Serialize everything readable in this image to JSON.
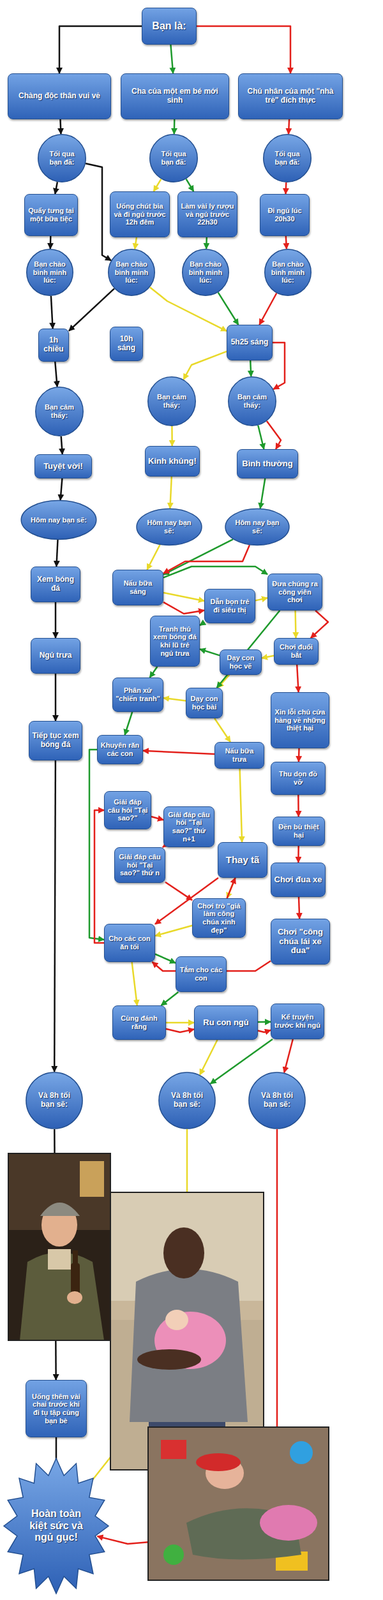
{
  "diagram": {
    "nodes": [
      {
        "text": [
          "Bạn là:"
        ]
      },
      {
        "text": [
          "Chàng độc thân vui vẻ"
        ]
      },
      {
        "text": [
          "Cha của một em bé mới sinh"
        ]
      },
      {
        "text": [
          "Chủ nhân của một \"nhà trẻ\" đích thực"
        ]
      },
      {
        "text": [
          "Tối qua bạn đã:"
        ]
      },
      {
        "text": [
          "Tối qua bạn đã:"
        ]
      },
      {
        "text": [
          "Tối qua bạn đã:"
        ]
      },
      {
        "text": [
          "Quẩy tưng tại một bữa tiệc"
        ]
      },
      {
        "text": [
          "Uống chút bia và đi ngủ trước 12h đêm"
        ]
      },
      {
        "text": [
          "Làm vài ly rượu và ngủ trước 22h30"
        ]
      },
      {
        "text": [
          "Đi ngủ lúc 20h30"
        ]
      },
      {
        "text": [
          "Bạn chào bình minh lúc:"
        ]
      },
      {
        "text": [
          "Bạn chào bình minh lúc:"
        ]
      },
      {
        "text": [
          "Bạn chào bình minh lúc:"
        ]
      },
      {
        "text": [
          "Bạn chào bình minh lúc:"
        ]
      },
      {
        "text": [
          "1h chiều"
        ]
      },
      {
        "text": [
          "10h sáng"
        ]
      },
      {
        "text": [
          "5h25 sáng"
        ]
      },
      {
        "text": [
          "Bạn cảm thấy:"
        ]
      },
      {
        "text": [
          "Bạn cảm thấy:"
        ]
      },
      {
        "text": [
          "Bạn cảm thấy:"
        ]
      },
      {
        "text": [
          "Tuyệt vời!"
        ]
      },
      {
        "text": [
          "Kinh khủng!"
        ]
      },
      {
        "text": [
          "Bình thường"
        ]
      },
      {
        "text": [
          "Hôm nay bạn sẽ:"
        ]
      },
      {
        "text": [
          "Hôm nay bạn sẽ:"
        ]
      },
      {
        "text": [
          "Hôm nay bạn sẽ:"
        ]
      },
      {
        "text": [
          "Xem bóng đá"
        ]
      },
      {
        "text": [
          "Nấu bữa sáng"
        ]
      },
      {
        "text": [
          "Dẫn bọn trẻ đi siêu thị"
        ]
      },
      {
        "text": [
          "Đưa chúng ra công viên chơi"
        ]
      },
      {
        "text": [
          "Tranh thủ xem bóng đá khi lũ trẻ ngủ trưa"
        ]
      },
      {
        "text": [
          "Ngủ trưa"
        ]
      },
      {
        "text": [
          "Dạy con học vẽ"
        ]
      },
      {
        "text": [
          "Chơi đuổi bắt"
        ]
      },
      {
        "text": [
          "Phân xử \"chiến tranh\""
        ]
      },
      {
        "text": [
          "Dạy con học bài"
        ]
      },
      {
        "text": [
          "Xin lỗi chủ cửa hàng về những thiệt hại"
        ]
      },
      {
        "text": [
          "Tiếp tục xem bóng đá"
        ]
      },
      {
        "text": [
          "Khuyên răn các con"
        ]
      },
      {
        "text": [
          "Nấu bữa trưa"
        ]
      },
      {
        "text": [
          "Thu dọn đồ vỡ"
        ]
      },
      {
        "text": [
          "Giải đáp câu hỏi \"Tại sao?\""
        ]
      },
      {
        "text": [
          "Giải đáp câu hỏi \"Tại sao?\" thứ n+1"
        ]
      },
      {
        "text": [
          "Đền bù thiệt hại"
        ]
      },
      {
        "text": [
          "Giải đáp câu hỏi \"Tại sao?\" thứ n"
        ]
      },
      {
        "text": [
          "Thay tã"
        ]
      },
      {
        "text": [
          "Chơi đua xe"
        ]
      },
      {
        "text": [
          "Chơi trò \"giả làm công chúa xinh đẹp\""
        ]
      },
      {
        "text": [
          "Chơi \"công chúa lái xe đua\""
        ]
      },
      {
        "text": [
          "Cho các con ăn tối"
        ]
      },
      {
        "text": [
          "Tắm cho các con"
        ]
      },
      {
        "text": [
          "Cùng đánh răng"
        ]
      },
      {
        "text": [
          "Ru con ngủ"
        ]
      },
      {
        "text": [
          "Kể truyện trước khi ngủ"
        ]
      },
      {
        "text": [
          "Và 8h tối bạn sẽ:"
        ]
      },
      {
        "text": [
          "Và 8h tối bạn sẽ:"
        ]
      },
      {
        "text": [
          "Và 8h tối bạn sẽ:"
        ]
      },
      {
        "text": [
          "Uống thêm vài chai trước khi đi tụ tập cùng bạn bè"
        ]
      },
      {
        "text": [
          "Hoàn toàn kiệt sức và ngủ gục!"
        ]
      }
    ],
    "edges": [
      {
        "from": 0,
        "to": 1,
        "arrow": "to"
      },
      {
        "from": 0,
        "to": 2,
        "arrow": "to"
      },
      {
        "from": 0,
        "to": 3,
        "arrow": "to"
      },
      {
        "from": 1,
        "to": 4,
        "arrow": "to"
      },
      {
        "from": 2,
        "to": 5,
        "arrow": "to"
      },
      {
        "from": 3,
        "to": 6,
        "arrow": "to"
      },
      {
        "from": 4,
        "to": 7,
        "arrow": "to"
      },
      {
        "from": 4,
        "to": 12,
        "arrow": "to"
      },
      {
        "from": 5,
        "to": 8,
        "arrow": "to"
      },
      {
        "from": 5,
        "to": 9,
        "arrow": "to"
      },
      {
        "from": 6,
        "to": 10,
        "arrow": "to"
      },
      {
        "from": 7,
        "to": 11,
        "arrow": "to"
      },
      {
        "from": 8,
        "to": 12,
        "arrow": "to"
      },
      {
        "from": 9,
        "to": 13,
        "arrow": "to"
      },
      {
        "from": 10,
        "to": 14,
        "arrow": "to"
      },
      {
        "from": 11,
        "to": 15,
        "arrow": "to"
      },
      {
        "from": 12,
        "to": 15,
        "arrow": "to"
      },
      {
        "from": 12,
        "to": 17,
        "arrow": "to"
      },
      {
        "from": 13,
        "to": 17,
        "arrow": "to"
      },
      {
        "from": 14,
        "to": 17,
        "arrow": "to"
      },
      {
        "from": 15,
        "to": 18,
        "arrow": "to"
      },
      {
        "from": 17,
        "to": 19,
        "arrow": "to"
      },
      {
        "from": 17,
        "to": 20,
        "arrow": "to"
      },
      {
        "from": 17,
        "to": 20,
        "arrow": "to"
      },
      {
        "from": 18,
        "to": 21,
        "arrow": "to"
      },
      {
        "from": 19,
        "to": 22,
        "arrow": "to"
      },
      {
        "from": 20,
        "to": 23,
        "arrow": "to"
      },
      {
        "from": 20,
        "to": 23,
        "arrow": "to"
      },
      {
        "from": 21,
        "to": 24,
        "arrow": "to"
      },
      {
        "from": 22,
        "to": 25,
        "arrow": "to"
      },
      {
        "from": 23,
        "to": 26,
        "arrow": "to"
      },
      {
        "from": 24,
        "to": 27,
        "arrow": "to"
      },
      {
        "from": 25,
        "to": 28,
        "arrow": "to"
      },
      {
        "from": 26,
        "to": 28,
        "arrow": "to"
      },
      {
        "from": 26,
        "to": 28,
        "arrow": "to"
      },
      {
        "from": 27,
        "to": 32,
        "arrow": "to"
      },
      {
        "from": 32,
        "to": 38,
        "arrow": "to"
      },
      {
        "from": 38,
        "to": 55,
        "arrow": "to"
      },
      {
        "from": 55,
        "to": 58,
        "arrow": "to"
      },
      {
        "from": 58,
        "to": 59,
        "arrow": "to"
      },
      {
        "from": 28,
        "to": 29,
        "arrow": "to"
      },
      {
        "from": 29,
        "to": 30,
        "arrow": "to"
      },
      {
        "from": 30,
        "to": 34,
        "arrow": "to"
      },
      {
        "from": 34,
        "to": 33,
        "arrow": "to"
      },
      {
        "from": 33,
        "to": 36,
        "arrow": "to"
      },
      {
        "from": 36,
        "to": 40,
        "arrow": "to"
      },
      {
        "from": 40,
        "to": 46,
        "arrow": "to"
      },
      {
        "from": 46,
        "to": 48,
        "arrow": "to"
      },
      {
        "from": 48,
        "to": 50,
        "arrow": "to"
      },
      {
        "from": 50,
        "to": 52,
        "arrow": "to"
      },
      {
        "from": 52,
        "to": 53,
        "arrow": "to"
      },
      {
        "from": 53,
        "to": 56,
        "arrow": "to"
      },
      {
        "from": 56,
        "to": 59,
        "arrow": "to"
      },
      {
        "from": 29,
        "to": 31,
        "arrow": "to"
      },
      {
        "from": 31,
        "to": 35,
        "arrow": "to"
      },
      {
        "from": 35,
        "to": 39,
        "arrow": "to"
      },
      {
        "from": 39,
        "to": 50,
        "arrow": "to"
      },
      {
        "from": 50,
        "to": 51,
        "arrow": "to"
      },
      {
        "from": 51,
        "to": 52,
        "arrow": "to"
      },
      {
        "from": 53,
        "to": 54,
        "arrow": "to"
      },
      {
        "from": 54,
        "to": 56,
        "arrow": "to"
      },
      {
        "from": 30,
        "to": 36,
        "arrow": "to"
      },
      {
        "from": 28,
        "to": 30,
        "arrow": "to"
      },
      {
        "from": 28,
        "to": 29,
        "arrow": "to"
      },
      {
        "from": 30,
        "to": 34,
        "arrow": "to"
      },
      {
        "from": 34,
        "to": 37,
        "arrow": "to"
      },
      {
        "from": 37,
        "to": 41,
        "arrow": "to"
      },
      {
        "from": 41,
        "to": 44,
        "arrow": "to"
      },
      {
        "from": 44,
        "to": 47,
        "arrow": "to"
      },
      {
        "from": 47,
        "to": 49,
        "arrow": "to"
      },
      {
        "from": 49,
        "to": 50,
        "arrow": "to"
      },
      {
        "from": 50,
        "to": 42,
        "arrow": "to"
      },
      {
        "from": 42,
        "to": 43,
        "arrow": "to"
      },
      {
        "from": 43,
        "to": 45,
        "arrow": "to"
      },
      {
        "from": 45,
        "to": 48,
        "arrow": "to"
      },
      {
        "from": 48,
        "to": 46,
        "arrow": "to"
      },
      {
        "from": 46,
        "to": 50,
        "arrow": "to"
      },
      {
        "from": 52,
        "to": 53,
        "arrow": "to"
      },
      {
        "from": 53,
        "to": 54,
        "arrow": "to"
      },
      {
        "from": 54,
        "to": 57,
        "arrow": "to"
      },
      {
        "from": 57,
        "to": 59,
        "arrow": "to"
      },
      {
        "from": 40,
        "to": 39,
        "arrow": "to"
      },
      {
        "from": 36,
        "to": 35,
        "arrow": "to"
      },
      {
        "from": 33,
        "to": 31,
        "arrow": "to"
      }
    ]
  }
}
